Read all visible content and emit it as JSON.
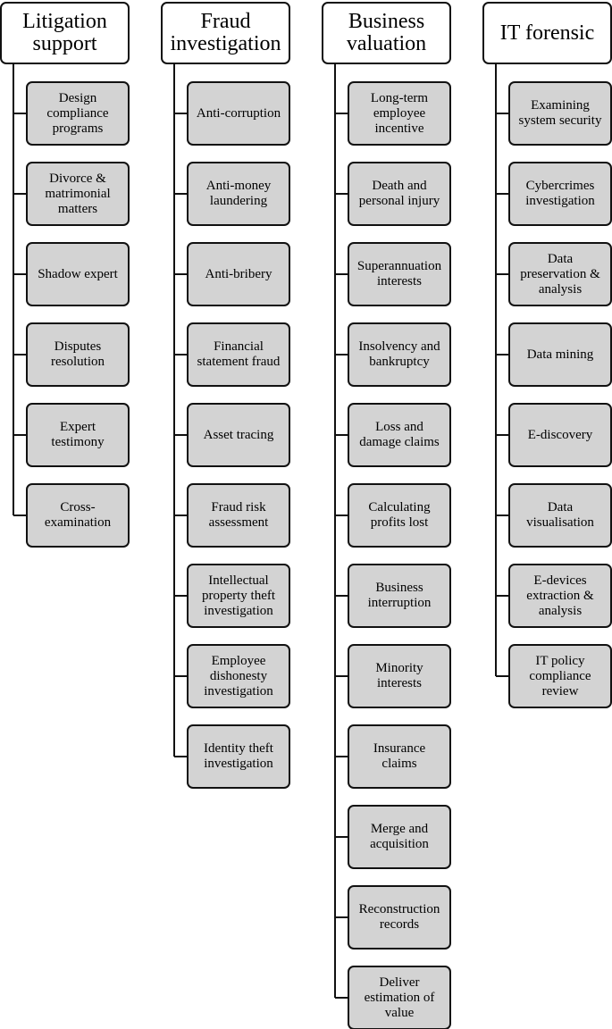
{
  "columns": [
    {
      "title": "Litigation support",
      "items": [
        "Design compliance programs",
        "Divorce & matrimonial matters",
        "Shadow expert",
        "Disputes resolution",
        "Expert testimony",
        "Cross-examination"
      ]
    },
    {
      "title": "Fraud investigation",
      "items": [
        "Anti-corruption",
        "Anti-money laundering",
        "Anti-bribery",
        "Financial statement fraud",
        "Asset tracing",
        "Fraud risk assessment",
        "Intellectual property theft investigation",
        "Employee dishonesty investigation",
        "Identity theft investigation"
      ]
    },
    {
      "title": "Business valuation",
      "items": [
        "Long-term employee incentive",
        "Death and personal injury",
        "Superannuation interests",
        "Insolvency and bankruptcy",
        "Loss and damage claims",
        "Calculating profits lost",
        "Business interruption",
        "Minority interests",
        "Insurance claims",
        "Merge and acquisition",
        "Reconstruction records",
        "Deliver estimation of value"
      ]
    },
    {
      "title": "IT forensic",
      "items": [
        "Examining system security",
        "Cybercrimes investigation",
        "Data preservation & analysis",
        "Data mining",
        "E-discovery",
        "Data visualisation",
        "E-devices extraction & analysis",
        "IT policy compliance review"
      ]
    }
  ],
  "colors": {
    "node_fill": "#d3d3d3",
    "header_fill": "#ffffff",
    "border": "#111111",
    "connector": "#111111"
  }
}
